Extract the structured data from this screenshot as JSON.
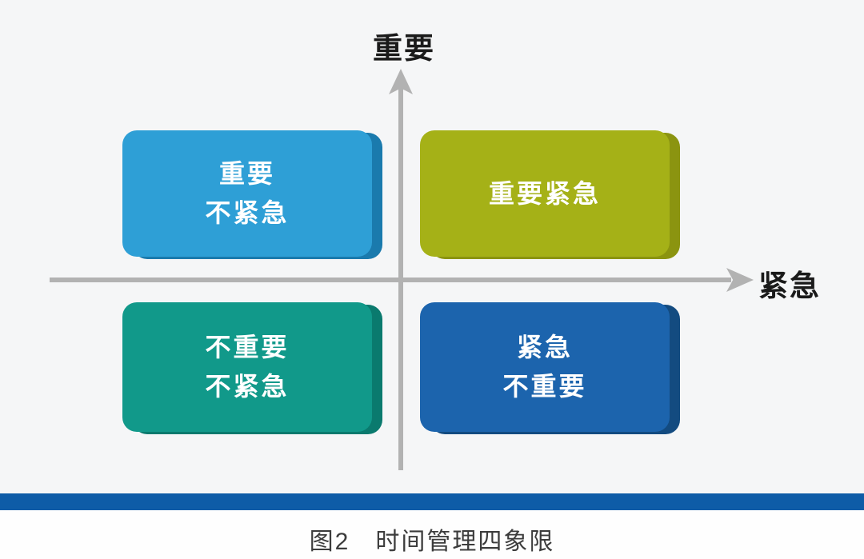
{
  "figure": {
    "caption": "图2　时间管理四象限",
    "background_color": "#F5F6F7",
    "divider_bar_color": "#0E5CA7"
  },
  "axes": {
    "y_axis_label": "重要",
    "x_axis_label": "紧急",
    "axis_color": "#B2B2B2",
    "label_color": "#1A1A1A"
  },
  "quadrants": [
    {
      "name": "important-not-urgent",
      "lines": [
        "重要",
        "不紧急"
      ],
      "fill": "#2E9FD6",
      "edge": "#1A7AAD",
      "text_color": "#FFFFFF"
    },
    {
      "name": "important-urgent",
      "lines": [
        "重要紧急"
      ],
      "fill": "#A5B117",
      "edge": "#8B9410",
      "text_color": "#FFFFFF"
    },
    {
      "name": "not-important-not-urgent",
      "lines": [
        "不重要",
        "不紧急"
      ],
      "fill": "#11998A",
      "edge": "#0A7A6E",
      "text_color": "#FFFFFF"
    },
    {
      "name": "urgent-not-important",
      "lines": [
        "紧急",
        "不重要"
      ],
      "fill": "#1C64AD",
      "edge": "#134B80",
      "text_color": "#FFFFFF"
    }
  ]
}
